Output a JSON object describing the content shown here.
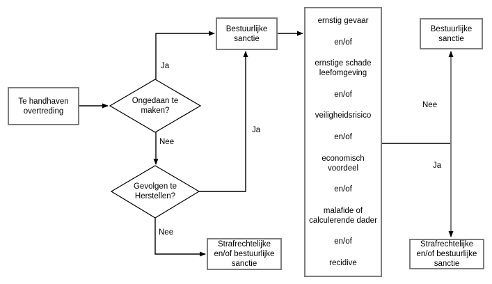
{
  "nodes": {
    "start": {
      "label": "Te handhaven overtreding"
    },
    "decision_undo": {
      "label": "Ongedaan te maken?"
    },
    "decision_restore": {
      "label": "Gevolgen te Herstellen?"
    },
    "sanction_admin_mid": {
      "label": "Bestuurlijke sanctie"
    },
    "sanction_criminal_mid": {
      "label": "Strafrechtelijke en/of bestuurlijke sanctie"
    },
    "criteria": {
      "items": [
        "ernstig gevaar",
        "en/of",
        "ernstige schade leefomgeving",
        "en/of",
        "veiligheidsrisico",
        "en/of",
        "economisch voordeel",
        "en/of",
        "malafide of calculerende dader",
        "en/of",
        "recidive"
      ]
    },
    "sanction_admin_right": {
      "label": "Bestuurlijke sanctie"
    },
    "sanction_criminal_right": {
      "label": "Strafrechtelijke en/of bestuurlijke sanctie"
    }
  },
  "edge_labels": {
    "ja_to_admin": "Ja",
    "nee_to_restore": "Nee",
    "ja_restore_up": "Ja",
    "nee_to_criminal": "Nee",
    "nee_right": "Nee",
    "ja_right": "Ja"
  },
  "colors": {
    "background": "#ffffff",
    "line": "#000000",
    "box_border": "#7d7d7d",
    "gray_connector": "#7d7d7d",
    "text": "#000000"
  }
}
